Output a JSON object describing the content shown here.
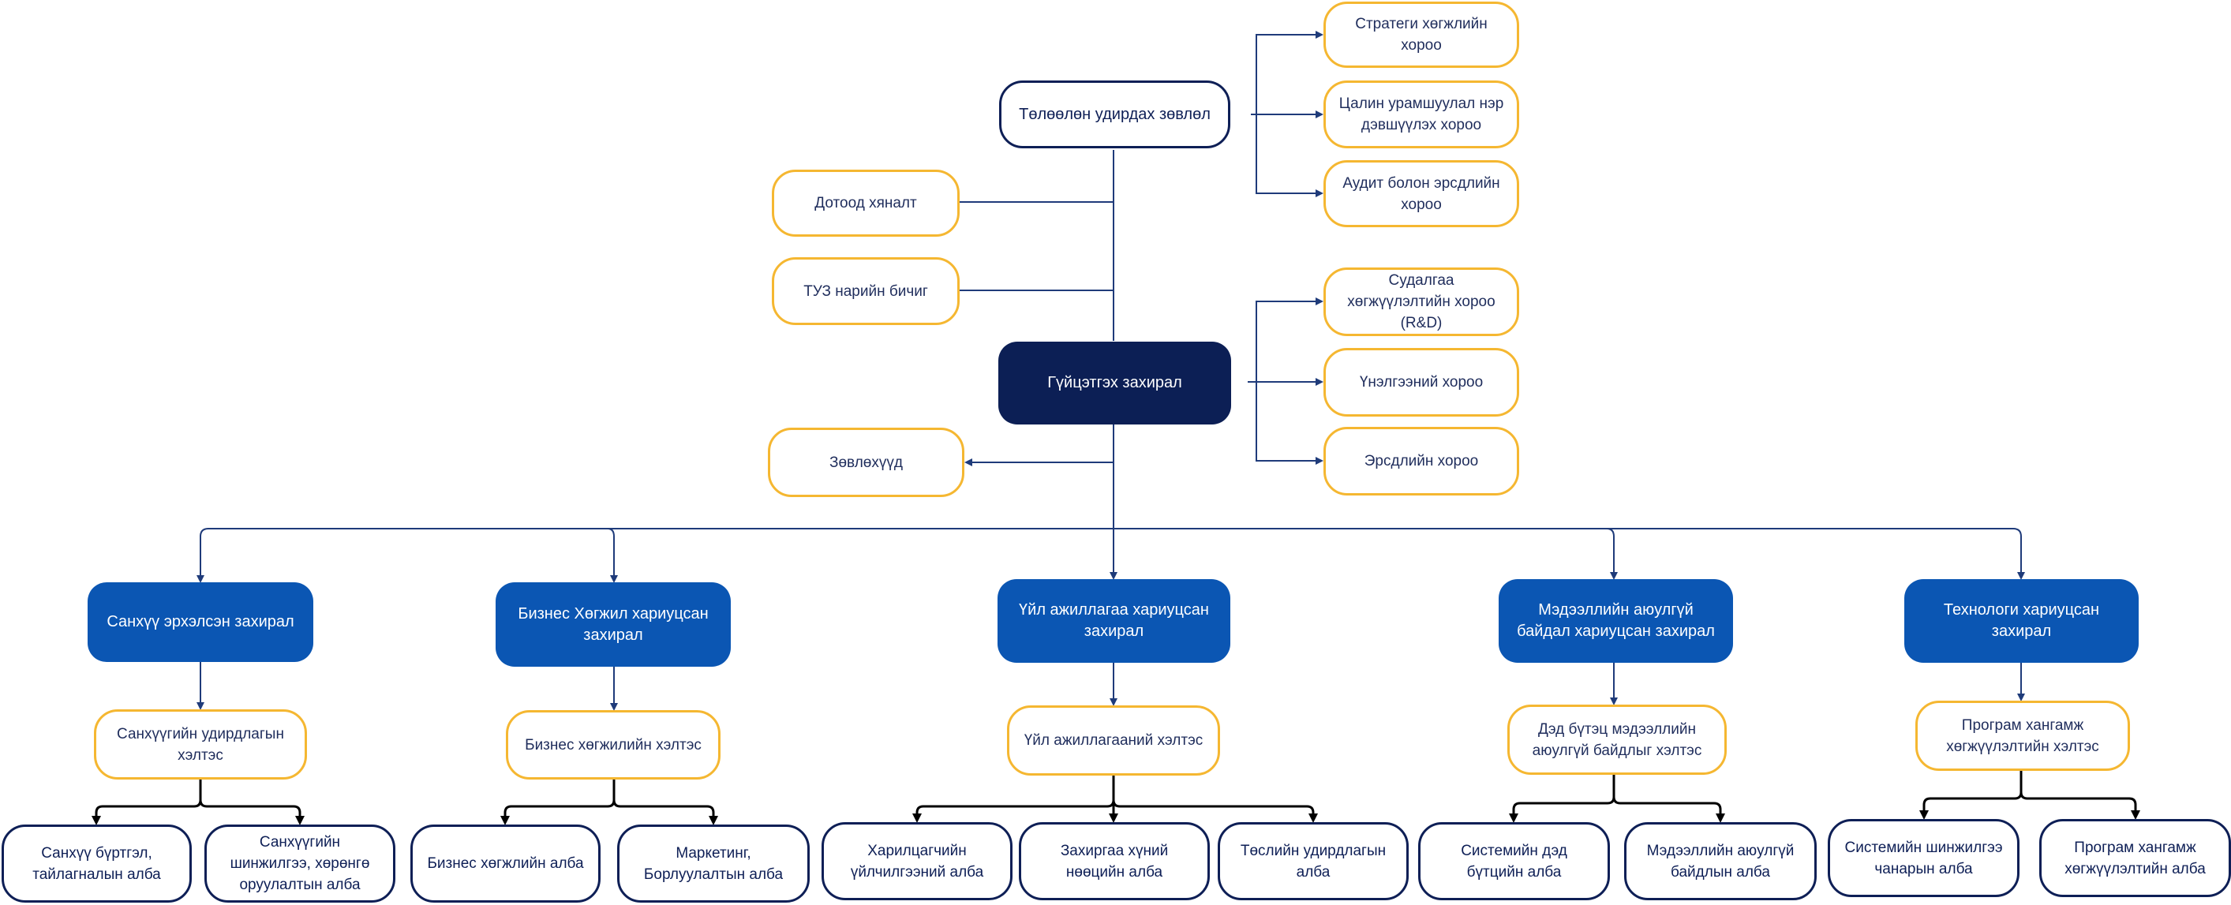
{
  "board": "Төлөөлөн удирдах зөвлөл",
  "committees_top": [
    "Стратеги хөгжлийн\nхороо",
    "Цалин урамшуулал нэр\nдэвшүүлэх хороо",
    "Аудит  болон эрсдлийн\nхороо"
  ],
  "internal_control": "Дотоод хяналт",
  "board_secretary": "ТУЗ нарийн бичиг",
  "ceo": "Гүйцэтгэх захирал",
  "committees_ceo": [
    "Судалгаа\nхөгжүүлэлтийн хороо\n(R&D)",
    "Үнэлгээний хороо",
    "Эрсдлийн хороо"
  ],
  "advisors": "Зөвлөхүүд",
  "directors": [
    {
      "title": "Санхүү эрхэлсэн захирал",
      "structure": "Санхүүгийн удирдлагын\nхэлтэс",
      "units": [
        "Санхүү бүртгэл,\nтайлагналын алба",
        "Санхүүгийн\nшинжилгээ, хөрөнгө\nоруулалтын алба"
      ]
    },
    {
      "title": "Бизнес Хөгжил хариуцсан\nзахирал",
      "structure": "Бизнес хөгжилийн хэлтэс",
      "units": [
        "Бизнес хөгжлийн алба",
        "Маркетинг,\nБорлуулалтын алба"
      ]
    },
    {
      "title": "Үйл ажиллагаа хариуцсан\nзахирал",
      "structure": "Үйл ажиллагааний хэлтэс",
      "units": [
        "Харилцагчийн\nүйлчилгээний алба",
        "Захиргаа хүний\nнөөцийн алба",
        "Төслийн удирдлагын\nалба"
      ]
    },
    {
      "title": "Мэдээллийн аюулгүй\nбайдал хариуцсан захирал",
      "structure": "Дэд бүтэц мэдээллийн\nаюулгүй байдлыг хэлтэс",
      "units": [
        "Системийн дэд\nбүтцийн алба",
        "Мэдээллийн аюулгүй\nбайдлын алба"
      ]
    },
    {
      "title": "Технологи хариуцсан\nзахирал",
      "structure": "Програм хангамж\nхөгжүүлэлтийн хэлтэс",
      "units": [
        "Системийн шинжилгээ\nчанарын алба",
        "Програм хангамж\nхөгжүүлэлтийн алба"
      ]
    }
  ]
}
